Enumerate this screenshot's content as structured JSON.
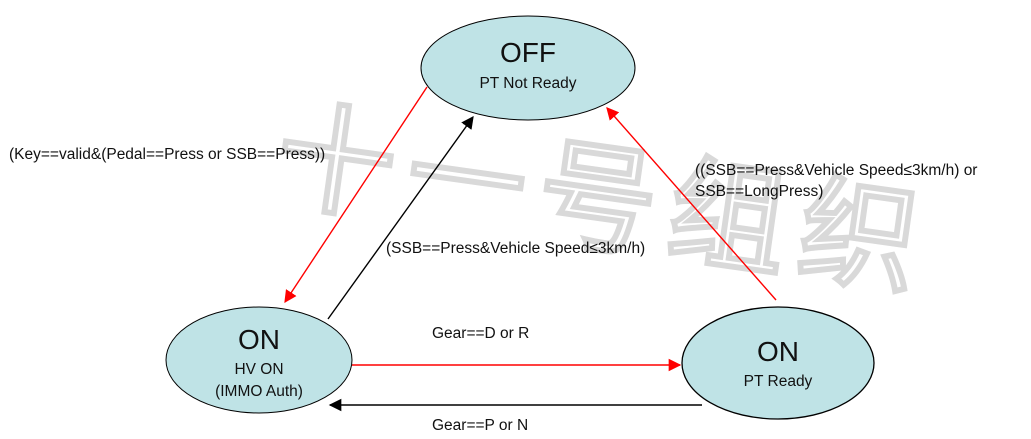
{
  "diagram": {
    "states": {
      "off": {
        "title": "OFF",
        "line1": "PT Not Ready",
        "line2": ""
      },
      "on_hv": {
        "title": "ON",
        "line1": "HV ON",
        "line2": "(IMMO Auth)"
      },
      "on_pt": {
        "title": "ON",
        "line1": "PT Ready",
        "line2": ""
      }
    },
    "transitions": {
      "off_to_hv": {
        "label": "(Key==valid&(Pedal==Press or SSB==Press))",
        "color": "#ff0000"
      },
      "hv_to_off": {
        "label": "(SSB==Press&Vehicle Speed≤3km/h)",
        "color": "#000000"
      },
      "pt_to_off": {
        "label_line1": "((SSB==Press&Vehicle Speed≤3km/h) or",
        "label_line2": "SSB==LongPress)",
        "color": "#ff0000"
      },
      "hv_to_pt": {
        "label": "Gear==D or R",
        "color": "#ff0000"
      },
      "pt_to_hv": {
        "label": "Gear==P or N",
        "color": "#000000"
      }
    },
    "colors": {
      "state_fill": "#bfe3e6",
      "state_stroke": "#000000"
    },
    "watermark": "十一号组织"
  }
}
